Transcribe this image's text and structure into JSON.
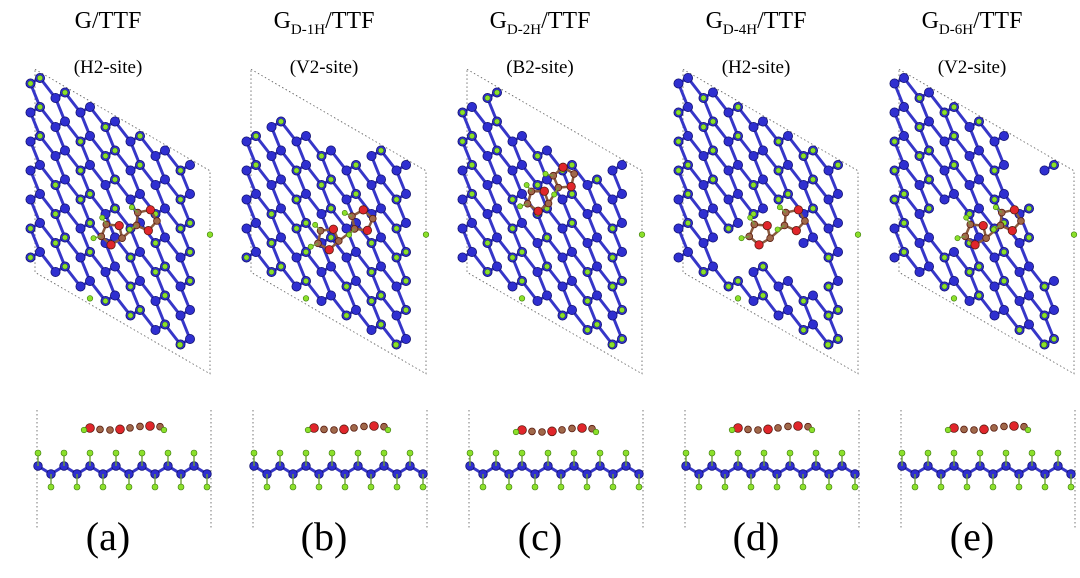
{
  "colors": {
    "carbon": "#2f2fd0",
    "carbon_edge": "#111170",
    "bond": "#3636c8",
    "hydrogen": "#8be02a",
    "hydrogen_edge": "#3d7a0d",
    "oxygen_like": "#e0262b",
    "molecule_carbon": "#a0684a",
    "cell": "#555555"
  },
  "panels": [
    {
      "id": "a",
      "title": "G/TTF",
      "title_sub": "",
      "title_suffix": "",
      "site": "(H2-site)",
      "label": "(a)",
      "missing": [],
      "mol": "flat-left",
      "varH": false
    },
    {
      "id": "b",
      "title": "G",
      "title_sub": "D-1H",
      "title_suffix": "/TTF",
      "site": "(V2-site)",
      "label": "(b)",
      "missing": [
        "0,0",
        "1,0",
        "2,0",
        "3,0",
        "4,0",
        "0,1"
      ],
      "mol": "flat-right",
      "varH": true
    },
    {
      "id": "c",
      "title": "G",
      "title_sub": "D-2H",
      "title_suffix": "/TTF",
      "site": "(B2-site)",
      "label": "(c)",
      "missing": [
        "0,0",
        "2,0",
        "3,0",
        "4,0",
        "5,0"
      ],
      "mol": "bent",
      "varH": true
    },
    {
      "id": "d",
      "title": "G",
      "title_sub": "D-4H",
      "title_suffix": "/TTF",
      "site": "(H2-site)",
      "label": "(d)",
      "missing": [
        "3,4",
        "4,4",
        "4,3",
        "5,4",
        "2,5"
      ],
      "mol": "flat-mid",
      "varH": true
    },
    {
      "id": "e",
      "title": "G",
      "title_sub": "D-6H",
      "title_suffix": "/TTF",
      "site": "(V2-site)",
      "label": "(e)",
      "missing": [
        "5,0",
        "5,1",
        "6,1",
        "6,2",
        "6,3",
        "2,4"
      ],
      "mol": "flat-mid",
      "varH": true
    }
  ]
}
